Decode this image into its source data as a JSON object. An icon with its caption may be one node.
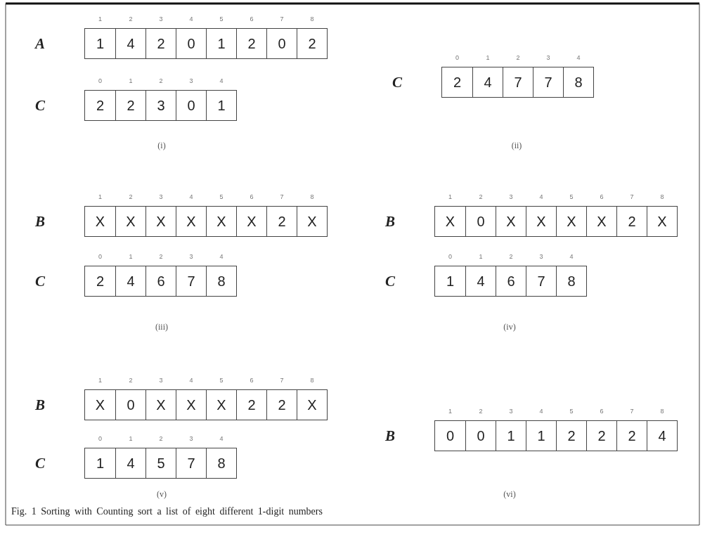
{
  "diagram": {
    "caption": "Fig. 1 Sorting with Counting sort a list of eight different 1-digit numbers",
    "nodes": [
      {
        "text": [],
        "shape": "box",
        "beside": [
          "A"
        ]
      },
      {
        "text": [
          "1"
        ],
        "in": 0,
        "beside": [
          "1"
        ]
      },
      {
        "text": [
          "4"
        ],
        "in": 0,
        "beside": [
          "2"
        ]
      },
      {
        "text": [
          "2"
        ],
        "in": 0,
        "beside": [
          "3"
        ]
      },
      {
        "text": [
          "0"
        ],
        "in": 0,
        "beside": [
          "4"
        ]
      },
      {
        "text": [
          "1"
        ],
        "in": 0,
        "beside": [
          "5"
        ]
      },
      {
        "text": [
          "2"
        ],
        "in": 0,
        "beside": [
          "6"
        ]
      },
      {
        "text": [
          "0"
        ],
        "in": 0,
        "beside": [
          "7"
        ]
      },
      {
        "text": [
          "2"
        ],
        "in": 0,
        "beside": [
          "8"
        ]
      },
      {
        "text": [],
        "shape": "box",
        "beside": [
          "C"
        ]
      },
      {
        "text": [
          "2"
        ],
        "in": 9,
        "beside": [
          "0"
        ]
      },
      {
        "text": [
          "2"
        ],
        "in": 9,
        "beside": [
          "1"
        ]
      },
      {
        "text": [
          "3"
        ],
        "in": 9,
        "beside": [
          "2"
        ]
      },
      {
        "text": [
          "0"
        ],
        "in": 9,
        "beside": [
          "3"
        ]
      },
      {
        "text": [
          "1"
        ],
        "in": 9,
        "beside": [
          "4"
        ]
      },
      {
        "text": [],
        "shape": "box",
        "beside": [
          "C"
        ]
      },
      {
        "text": [
          "2"
        ],
        "in": 15,
        "beside": [
          "0"
        ]
      },
      {
        "text": [
          "4"
        ],
        "in": 15,
        "beside": [
          "1"
        ]
      },
      {
        "text": [
          "7"
        ],
        "in": 15,
        "beside": [
          "2"
        ]
      },
      {
        "text": [
          "7"
        ],
        "in": 15,
        "beside": [
          "3"
        ]
      },
      {
        "text": [
          "8"
        ],
        "in": 15,
        "beside": [
          "4"
        ]
      },
      {
        "text": [],
        "shape": "box",
        "beside": [
          "B"
        ]
      },
      {
        "text": [
          "X"
        ],
        "in": 21,
        "beside": [
          "1"
        ]
      },
      {
        "text": [
          "X"
        ],
        "in": 21,
        "beside": [
          "2"
        ]
      },
      {
        "text": [
          "X"
        ],
        "in": 21,
        "beside": [
          "3"
        ]
      },
      {
        "text": [
          "X"
        ],
        "in": 21,
        "beside": [
          "4"
        ]
      },
      {
        "text": [
          "X"
        ],
        "in": 21,
        "beside": [
          "5"
        ]
      },
      {
        "text": [
          "X"
        ],
        "in": 21,
        "beside": [
          "6"
        ]
      },
      {
        "text": [
          "2"
        ],
        "in": 21,
        "beside": [
          "7"
        ]
      },
      {
        "text": [
          "X"
        ],
        "in": 21,
        "beside": [
          "8"
        ]
      },
      {
        "text": [],
        "shape": "box",
        "beside": [
          "B"
        ]
      },
      {
        "text": [
          "X"
        ],
        "in": 30,
        "beside": [
          "1"
        ]
      },
      {
        "text": [
          "0"
        ],
        "in": 30,
        "beside": [
          "2"
        ]
      },
      {
        "text": [
          "X"
        ],
        "in": 30,
        "beside": [
          "3"
        ]
      },
      {
        "text": [
          "X"
        ],
        "in": 30,
        "beside": [
          "4"
        ]
      },
      {
        "text": [
          "X"
        ],
        "in": 30,
        "beside": [
          "5"
        ]
      },
      {
        "text": [
          "X"
        ],
        "in": 30,
        "beside": [
          "6"
        ]
      },
      {
        "text": [
          "2"
        ],
        "in": 30,
        "beside": [
          "7"
        ]
      },
      {
        "text": [
          "X"
        ],
        "in": 30,
        "beside": [
          "8"
        ]
      },
      {
        "text": [],
        "shape": "box",
        "beside": [
          "C"
        ]
      },
      {
        "text": [
          "2"
        ],
        "in": 39,
        "beside": [
          "0"
        ]
      },
      {
        "text": [
          "4"
        ],
        "in": 39,
        "beside": [
          "1"
        ]
      },
      {
        "text": [
          "6"
        ],
        "in": 39,
        "beside": [
          "2"
        ]
      },
      {
        "text": [
          "7"
        ],
        "in": 39,
        "beside": [
          "3"
        ]
      },
      {
        "text": [
          "8"
        ],
        "in": 39,
        "beside": [
          "4"
        ]
      },
      {
        "text": [],
        "shape": "box",
        "beside": [
          "C"
        ]
      },
      {
        "text": [
          "1"
        ],
        "in": 45,
        "beside": [
          "0"
        ]
      },
      {
        "text": [
          "4"
        ],
        "in": 45,
        "beside": [
          "1"
        ]
      },
      {
        "text": [
          "6"
        ],
        "in": 45,
        "beside": [
          "2"
        ]
      },
      {
        "text": [
          "7"
        ],
        "in": 45,
        "beside": [
          "3"
        ]
      },
      {
        "text": [
          "8"
        ],
        "in": 45,
        "beside": [
          "4"
        ]
      },
      {
        "text": [],
        "shape": "box",
        "beside": [
          "B"
        ]
      },
      {
        "text": [
          "X"
        ],
        "in": 51,
        "beside": [
          "1"
        ]
      },
      {
        "text": [
          "0"
        ],
        "in": 51,
        "beside": [
          "2"
        ]
      },
      {
        "text": [
          "X"
        ],
        "in": 51,
        "beside": [
          "3"
        ]
      },
      {
        "text": [
          "X"
        ],
        "in": 51,
        "beside": [
          "4"
        ]
      },
      {
        "text": [
          "X"
        ],
        "in": 51,
        "beside": [
          "5"
        ]
      },
      {
        "text": [
          "2"
        ],
        "in": 51,
        "beside": [
          "6"
        ]
      },
      {
        "text": [
          "2"
        ],
        "in": 51,
        "beside": [
          "7"
        ]
      },
      {
        "text": [
          "X"
        ],
        "in": 51,
        "beside": [
          "8"
        ]
      },
      {
        "text": [],
        "shape": "box",
        "beside": [
          "B"
        ]
      },
      {
        "text": [
          "0"
        ],
        "in": 60,
        "beside": [
          "1"
        ]
      },
      {
        "text": [
          "0"
        ],
        "in": 60,
        "beside": [
          "2"
        ]
      },
      {
        "text": [
          "1"
        ],
        "in": 60,
        "beside": [
          "3"
        ]
      },
      {
        "text": [
          "1"
        ],
        "in": 60,
        "beside": [
          "4"
        ]
      },
      {
        "text": [
          "2"
        ],
        "in": 60,
        "beside": [
          "5"
        ]
      },
      {
        "text": [
          "2"
        ],
        "in": 60,
        "beside": [
          "6"
        ]
      },
      {
        "text": [
          "2"
        ],
        "in": 60,
        "beside": [
          "7"
        ]
      },
      {
        "text": [
          "4"
        ],
        "in": 60,
        "beside": [
          "8"
        ]
      },
      {
        "text": [],
        "shape": "box",
        "beside": [
          "C"
        ]
      },
      {
        "text": [
          "1"
        ],
        "in": 69,
        "beside": [
          "0"
        ]
      },
      {
        "text": [
          "4"
        ],
        "in": 69,
        "beside": [
          "1"
        ]
      },
      {
        "text": [
          "5"
        ],
        "in": 69,
        "beside": [
          "2"
        ]
      },
      {
        "text": [
          "7"
        ],
        "in": 69,
        "beside": [
          "3"
        ]
      },
      {
        "text": [
          "8"
        ],
        "in": 69,
        "beside": [
          "4"
        ]
      }
    ],
    "labels": [
      "(i)",
      "(ii)",
      "(iii)",
      "(iv)",
      "(v)",
      "(vi)"
    ]
  }
}
